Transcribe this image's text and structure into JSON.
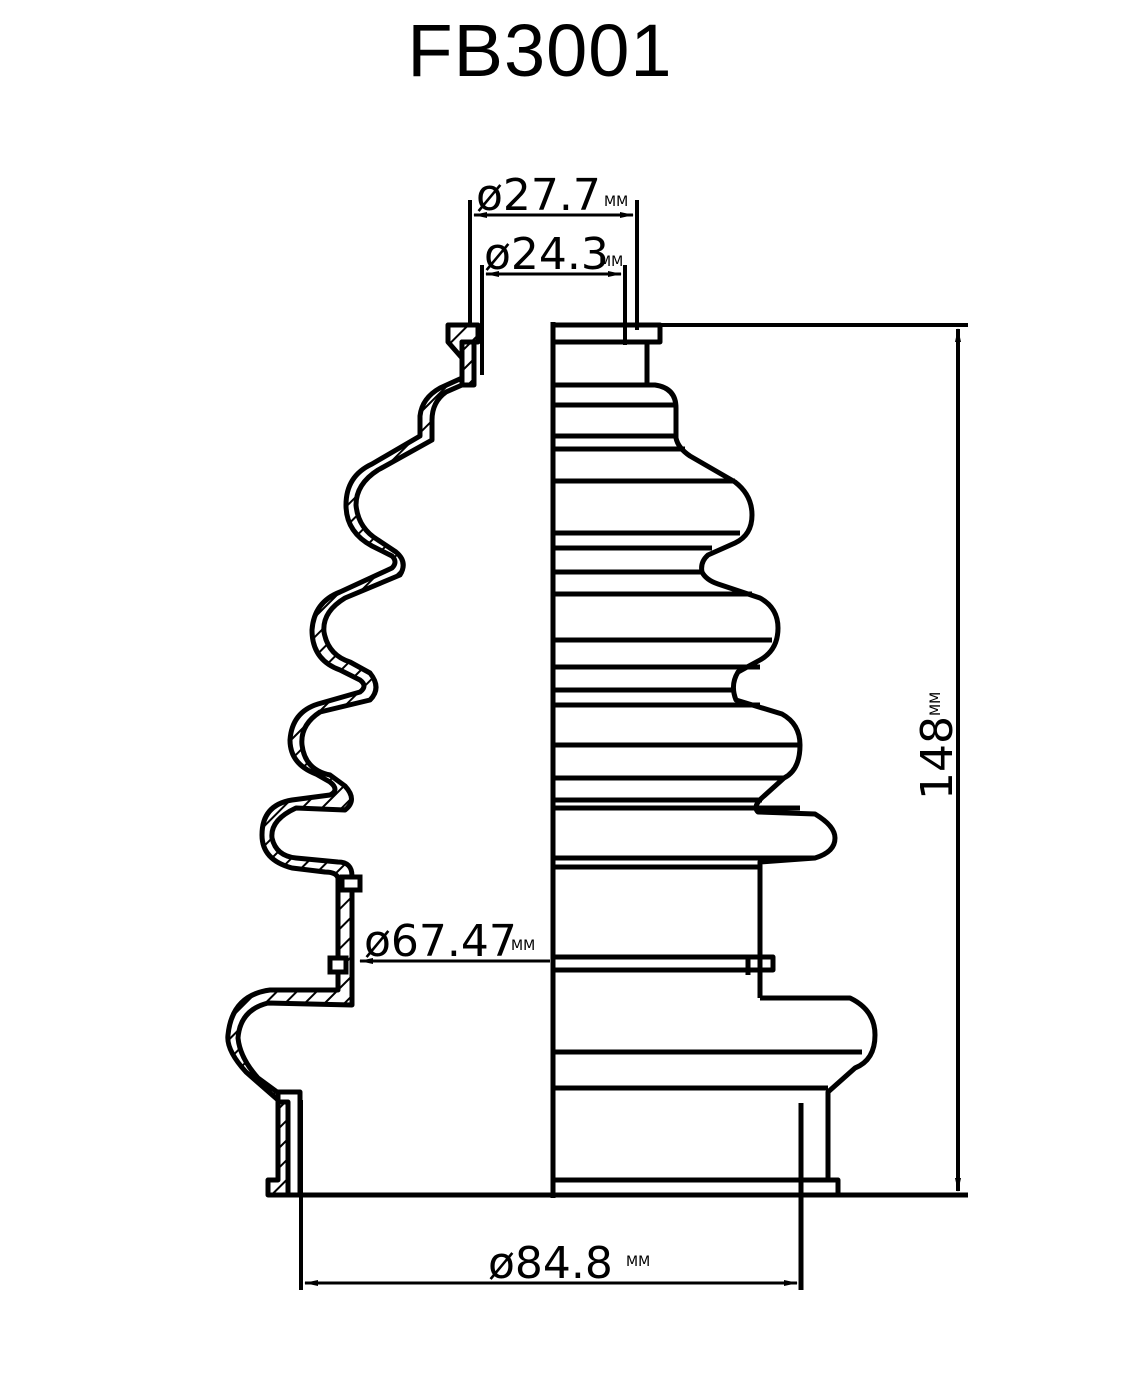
{
  "drawing": {
    "part_number": "FB3001",
    "line_color": "#000000",
    "background_color": "#ffffff",
    "view": "half-section CV boot profile"
  },
  "dimensions": {
    "top_outer_diameter": {
      "symbol": "ø",
      "value": "27.7",
      "label": "ø27.7",
      "unit": "MM"
    },
    "top_inner_diameter": {
      "symbol": "ø",
      "value": "24.3",
      "label": "ø24.3",
      "unit": "MM"
    },
    "mid_diameter": {
      "symbol": "ø",
      "value": "67.47",
      "label": "ø67.47",
      "unit": "MM"
    },
    "bottom_diameter": {
      "symbol": "ø",
      "value": "84.8",
      "label": "ø84.8",
      "unit": "MM"
    },
    "overall_height": {
      "value": "148",
      "label": "148",
      "unit": "MM"
    }
  }
}
